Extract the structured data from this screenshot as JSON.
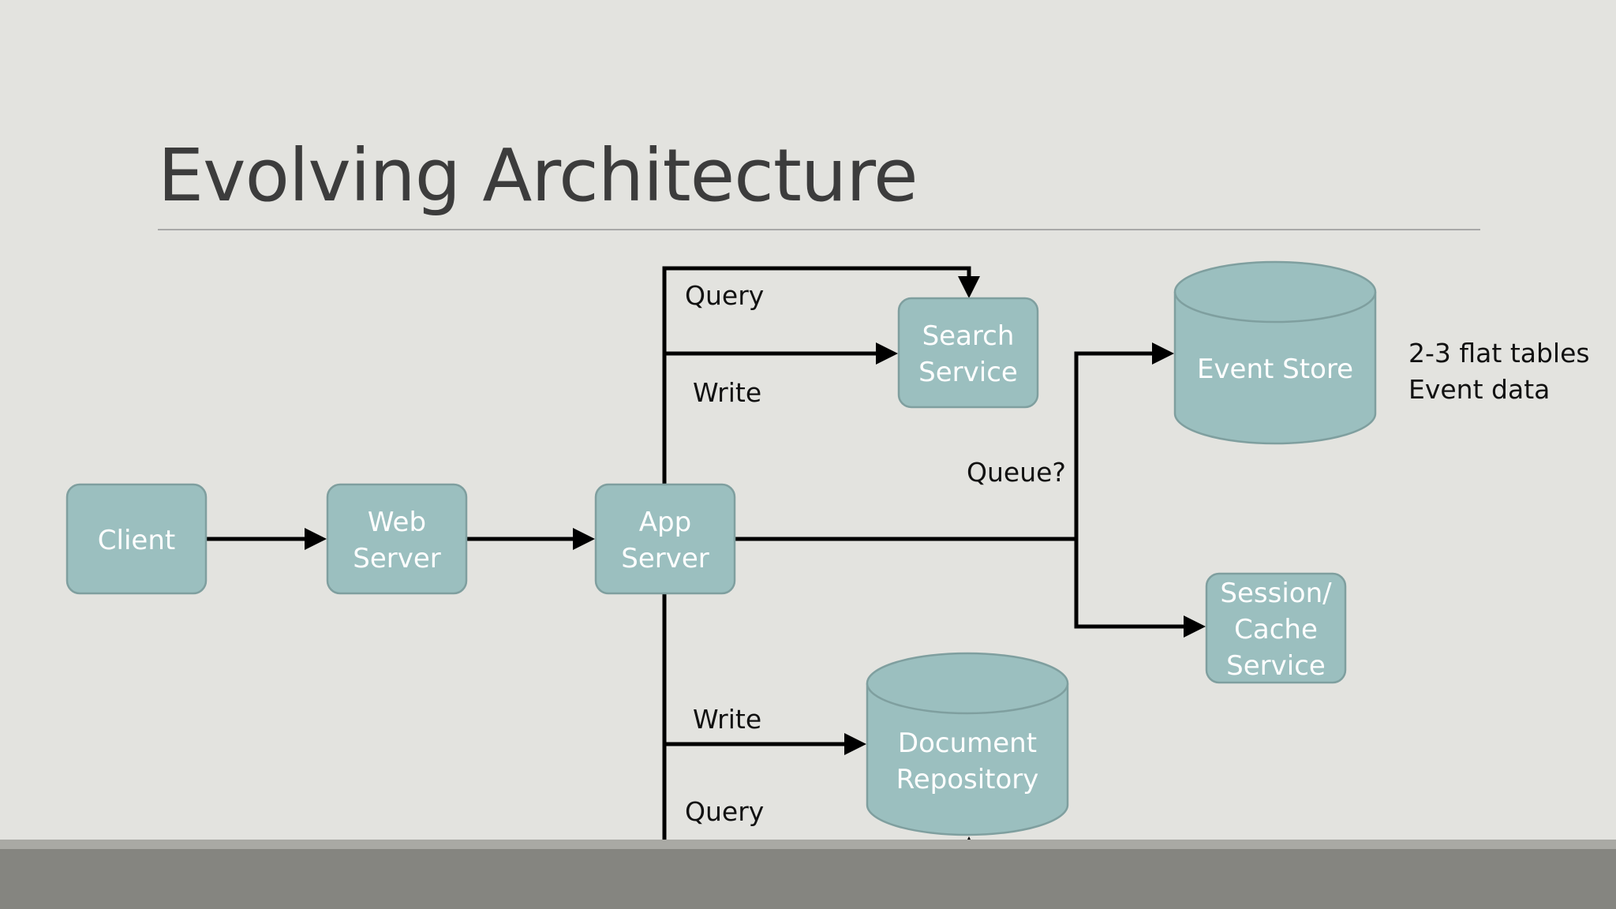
{
  "slide": {
    "title": "Evolving Architecture"
  },
  "nodes": {
    "client": [
      "Client"
    ],
    "web_server": [
      "Web",
      "Server"
    ],
    "app_server": [
      "App",
      "Server"
    ],
    "search_service": [
      "Search",
      "Service"
    ],
    "event_store": [
      "Event Store"
    ],
    "session_cache": [
      "Session/",
      "Cache",
      "Service"
    ],
    "document_repository": [
      "Document",
      "Repository"
    ]
  },
  "edge_labels": {
    "search_query": "Query",
    "search_write": "Write",
    "queue": "Queue?",
    "doc_write": "Write",
    "doc_query": "Query"
  },
  "notes": {
    "event_store": [
      "2-3 flat tables",
      "Event data"
    ]
  },
  "colors": {
    "node_fill": "#9bbfbf",
    "node_stroke": "#7f9f9f",
    "background": "#e3e3df",
    "footer": "#858580"
  }
}
